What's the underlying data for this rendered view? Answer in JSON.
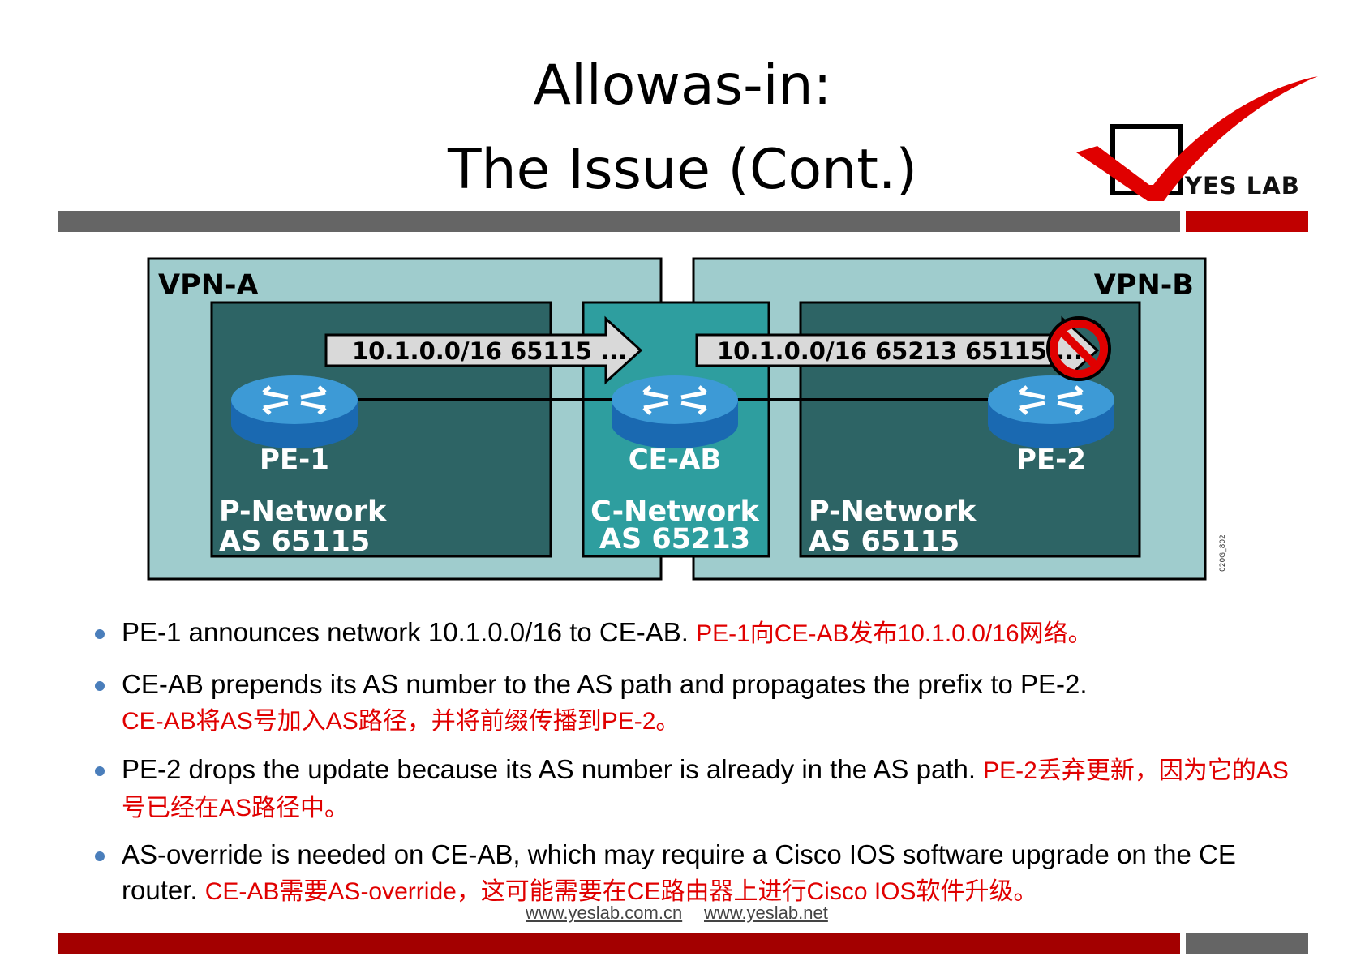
{
  "title": {
    "line1": "Allowas-in:",
    "line2": "The Issue (Cont.)"
  },
  "logo": {
    "text": "YES LAB",
    "colors": {
      "check": "#e00000",
      "box": "#000000"
    }
  },
  "diagram": {
    "vpn_a_label": "VPN-A",
    "vpn_b_label": "VPN-B",
    "update_left": "10.1.0.0/16  65115 ...",
    "update_right": "10.1.0.0/16  65213 65115",
    "update_right_tail": "...",
    "routers": [
      {
        "label": "PE-1"
      },
      {
        "label": "CE-AB"
      },
      {
        "label": "PE-2"
      }
    ],
    "networks": [
      {
        "name": "P-Network",
        "as": "AS 65115"
      },
      {
        "name": "C-Network",
        "as": "AS 65213"
      },
      {
        "name": "P-Network",
        "as": "AS 65115"
      }
    ],
    "figure_code": "020G_802",
    "colors": {
      "vpn_bg": "#9fcccd",
      "pnet_bg": "#2d6465",
      "cnet_bg": "#2e9e9f",
      "router_top": "#3d9ad6",
      "router_body": "#1a69b1",
      "block": "#e00000"
    }
  },
  "bullets": [
    {
      "en": "PE-1 announces network 10.1.0.0/16 to CE-AB. ",
      "zh": "PE-1向CE-AB发布10.1.0.0/16网络。"
    },
    {
      "en": "CE-AB prepends its AS number to the AS path and propagates  the prefix to PE-2.",
      "zh": "CE-AB将AS号加入AS路径，并将前缀传播到PE-2。"
    },
    {
      "en": "PE-2 drops the update because  its AS number is already in the AS path. ",
      "zh": "PE-2丢弃更新，因为它的AS号已经在AS路径中。"
    },
    {
      "en": "AS-override is needed on CE-AB, which may require a Cisco IOS software  upgrade on the CE router. ",
      "zh": "CE-AB需要AS-override，这可能需要在CE路由器上进行Cisco IOS软件升级。"
    }
  ],
  "footer": {
    "link1": "www.yeslab.com.cn",
    "link2": "www.yeslab.net"
  }
}
